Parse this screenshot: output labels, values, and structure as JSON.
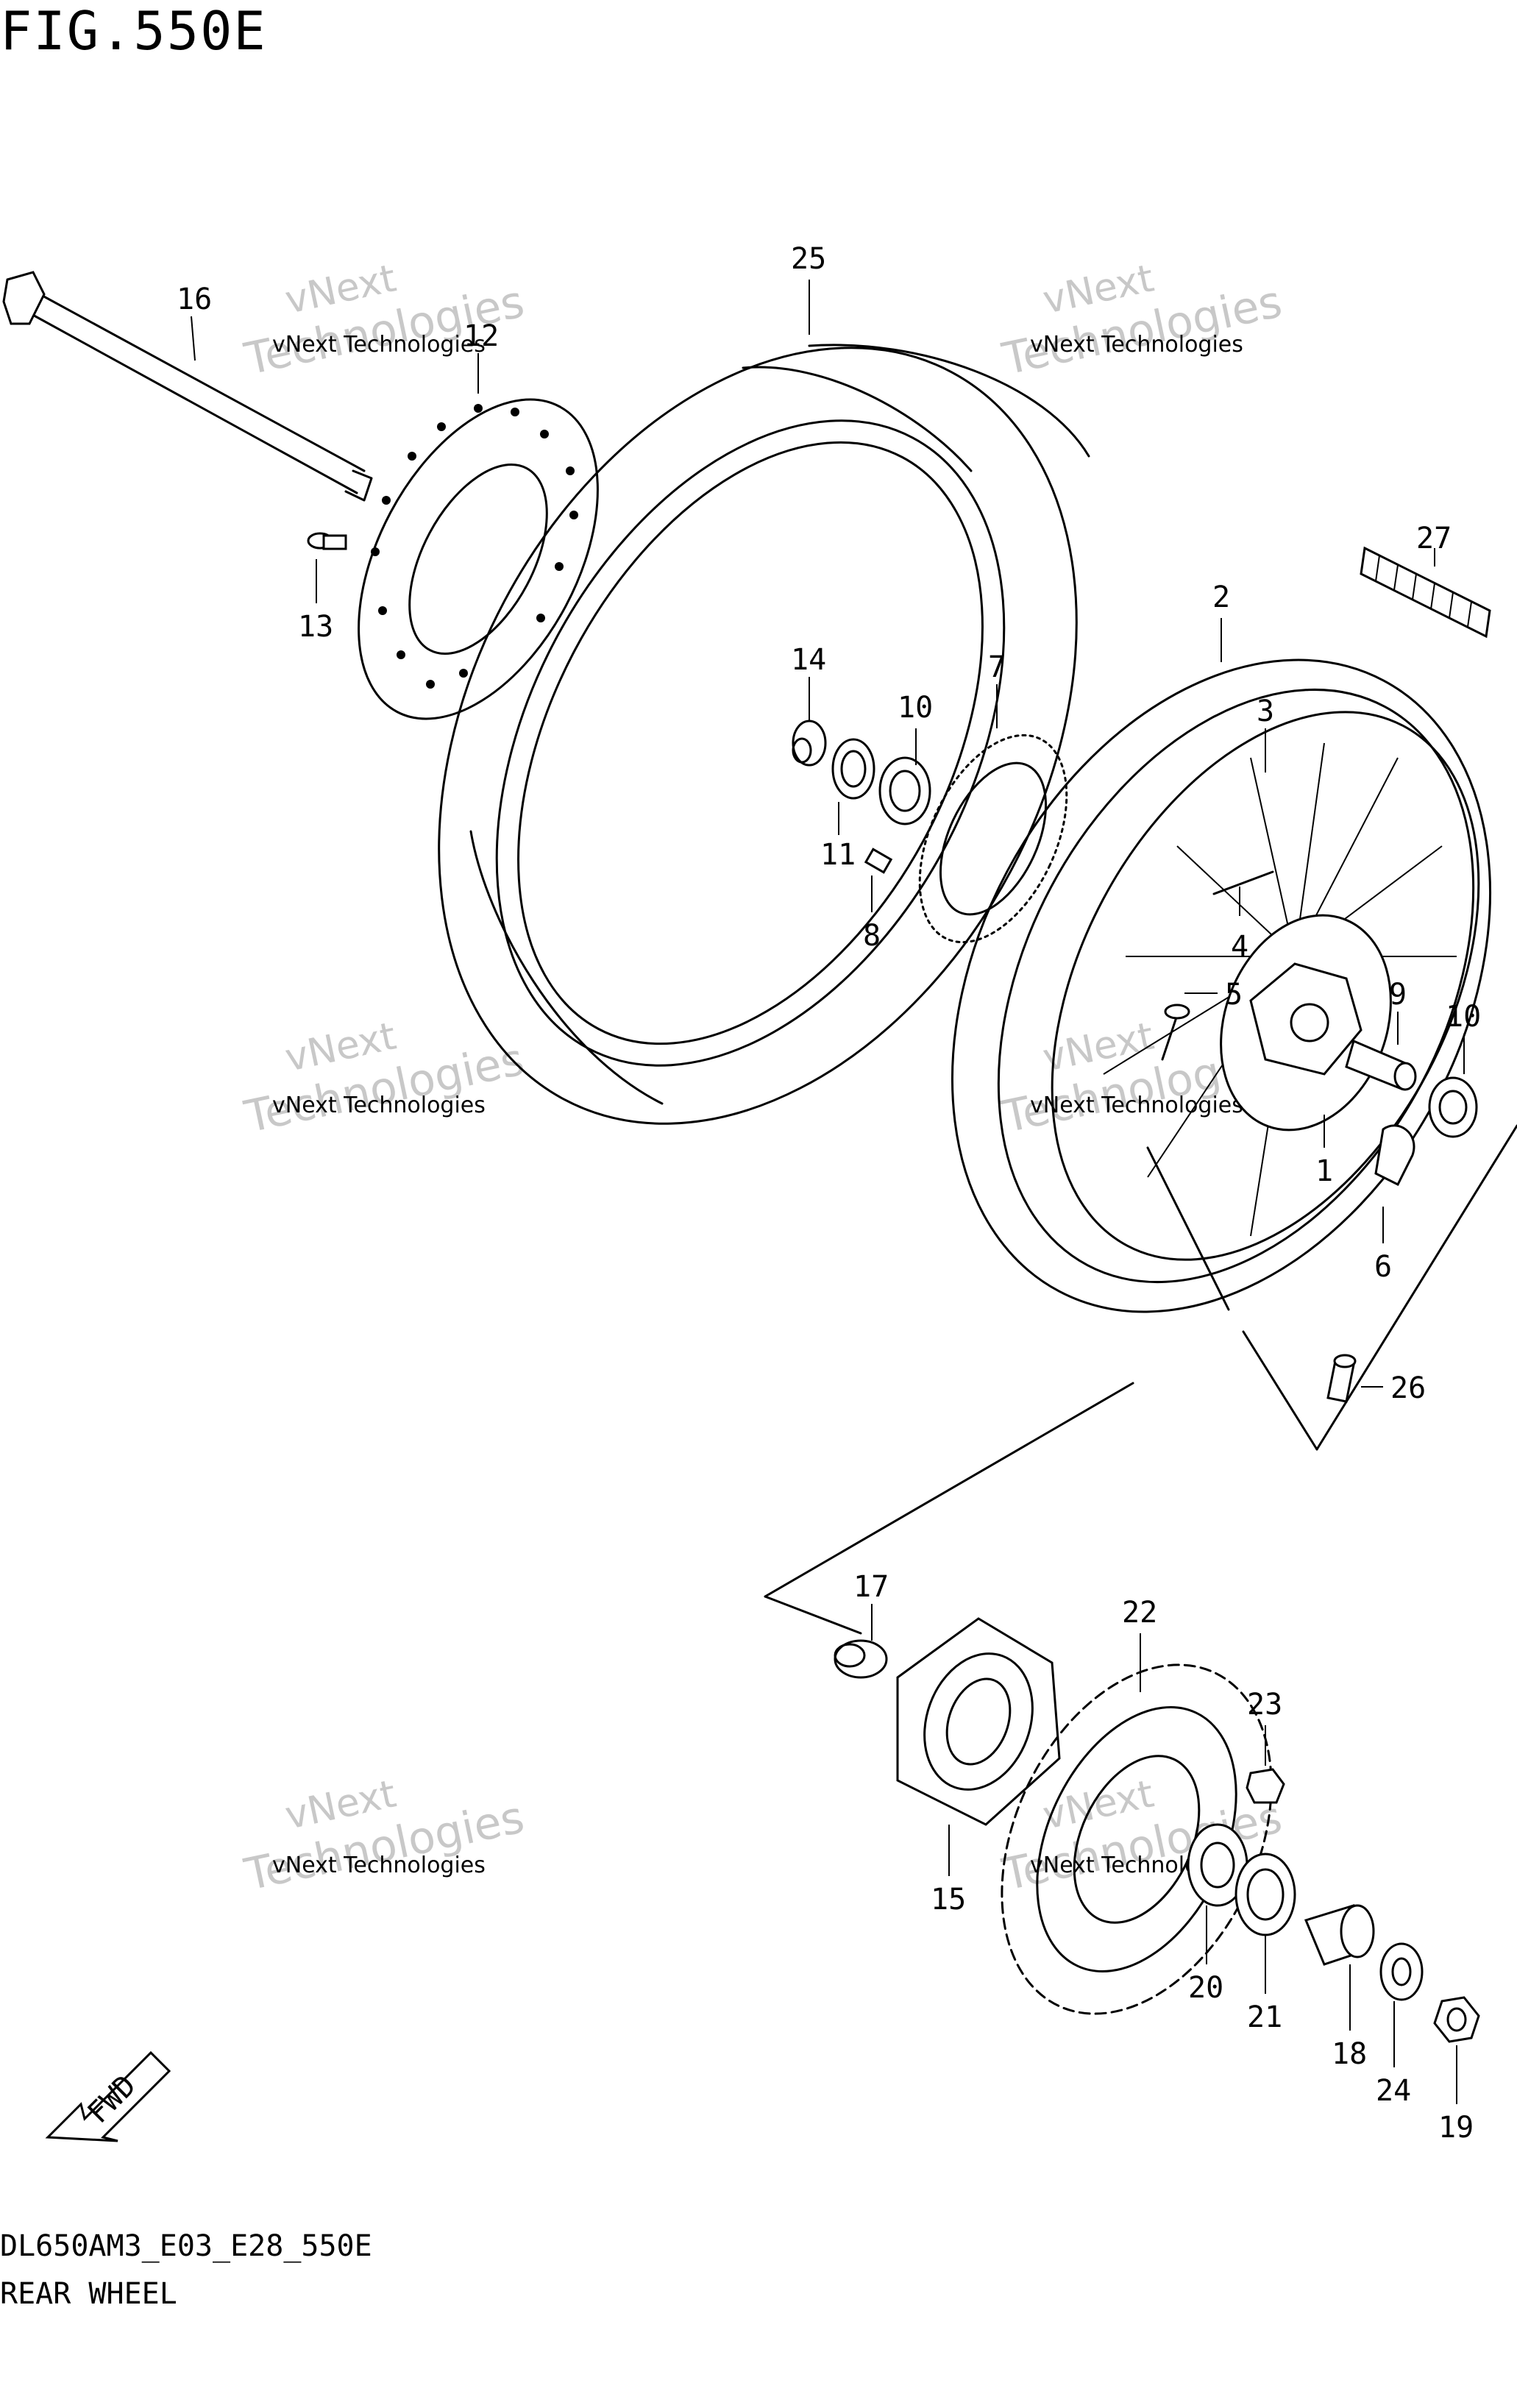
{
  "header": {
    "figure_title": "FIG.550E"
  },
  "footer": {
    "model_code": "DL650AM3_E03_E28_550E",
    "section_name": "REAR WHEEL"
  },
  "watermark": {
    "line1": "vNext Technologies",
    "line2": "vNext",
    "line3": "Technologies"
  },
  "fwd_label": "FWD",
  "callouts": [
    "16",
    "12",
    "13",
    "25",
    "27",
    "2",
    "3",
    "14",
    "7",
    "10",
    "11",
    "8",
    "4",
    "5",
    "9",
    "10",
    "1",
    "6",
    "26",
    "17",
    "22",
    "23",
    "15",
    "20",
    "21",
    "18",
    "24",
    "19"
  ]
}
